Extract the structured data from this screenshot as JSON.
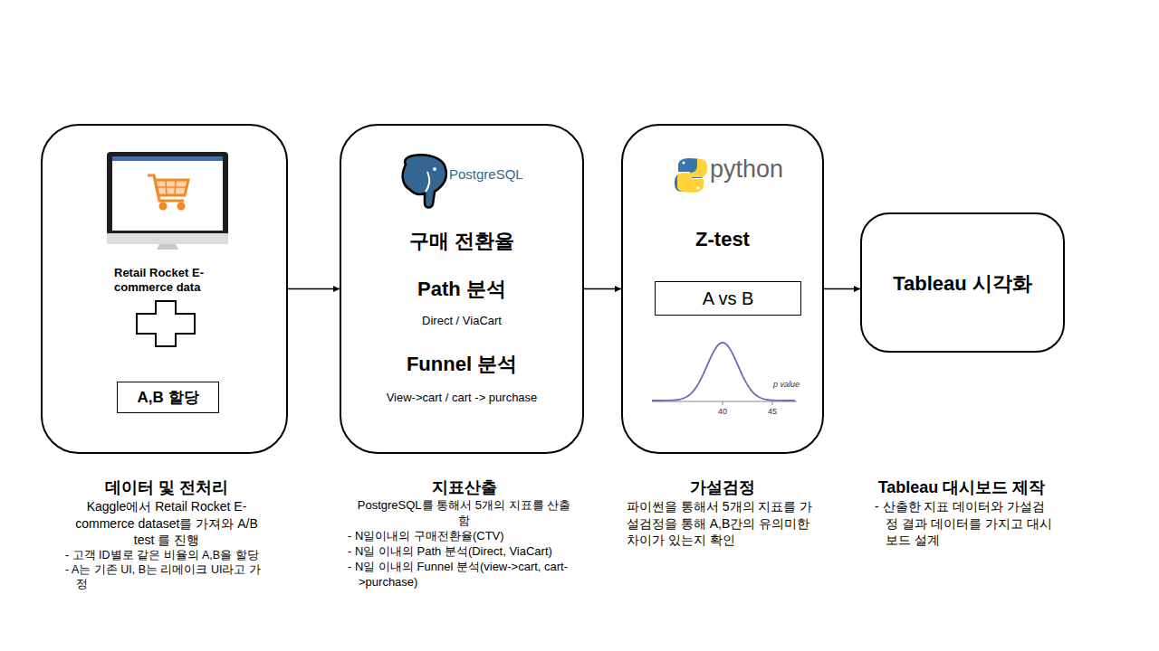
{
  "diagram": {
    "nodes": [
      {
        "text": [
          "Retail Rocket E-commerce data"
        ]
      },
      {
        "text": [
          "A,B 할당"
        ],
        "in": 0
      },
      {
        "text": [
          "구매 전환율",
          "Path 분석",
          "Direct / ViaCart",
          "Funnel 분석",
          "View->cart / cart -> purchase"
        ]
      },
      {
        "text": [
          "Z-test"
        ]
      },
      {
        "text": [
          "A vs B"
        ],
        "in": 3
      },
      {
        "text": [
          "Tableau 시각화"
        ]
      }
    ],
    "edges": [
      {
        "from": 0,
        "to": 2,
        "arrow": "to"
      },
      {
        "from": 2,
        "to": 3,
        "arrow": "to"
      },
      {
        "from": 3,
        "to": 5,
        "arrow": "to"
      }
    ],
    "labels": [
      "PostgreSQL",
      "python",
      "40",
      "45",
      "p value",
      "데이터 및 전처리",
      "Kaggle에서 Retail Rocket E-commerce dataset를 가져와 A/B test 를 진행",
      "- 고객 ID별로 같은 비율의 A,B을 할당",
      "- A는 기존 UI, B는 리메이크 UI라고 가정",
      "지표산출",
      "PostgreSQL를 통해서 5개의 지표를 산출함",
      "- N일이내의 구매전환율(CTV)",
      "- N일 이내의 Path 분석(Direct, ViaCart)",
      "- N일 이내의 Funnel 분석(view->cart, cart->purchase)",
      "가설검정",
      "파이썬을 통해서 5개의 지표를 가설검정을 통해 A,B간의 유의미한 차이가 있는지 확인",
      "Tableau 대시보드 제작",
      "- 산출한 지표 데이터와 가설검정 결과 데이터를 가지고 대시보드 설계"
    ]
  }
}
